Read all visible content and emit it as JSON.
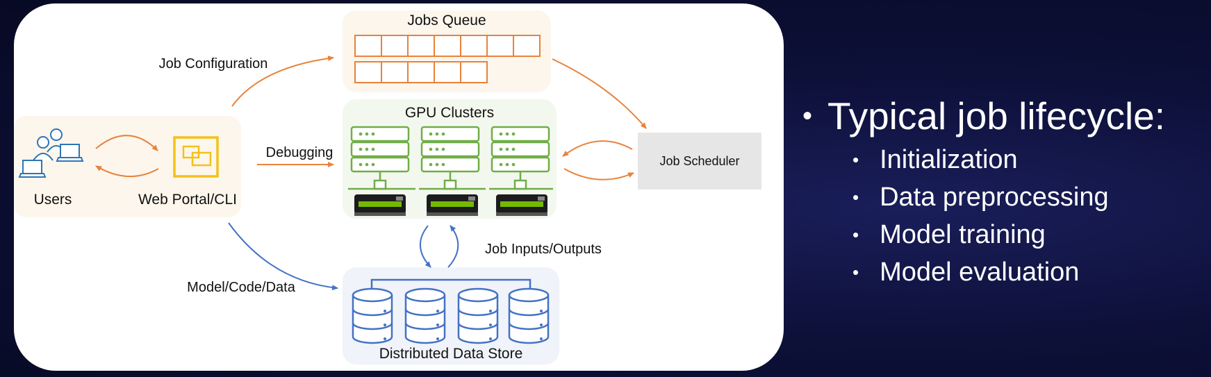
{
  "diagram": {
    "nodes": {
      "jobs_queue": "Jobs Queue",
      "gpu_clusters": "GPU Clusters",
      "users": "Users",
      "web_portal": "Web Portal/CLI",
      "job_scheduler": "Job Scheduler",
      "data_store": "Distributed Data Store"
    },
    "edges": {
      "job_configuration": "Job Configuration",
      "debugging": "Debugging",
      "model_code_data": "Model/Code/Data",
      "job_io": "Job Inputs/Outputs"
    },
    "colors": {
      "orange": "#e8823a",
      "blue": "#4472c4",
      "green": "#70ad47",
      "yellow": "#f2c11a"
    }
  },
  "bullets": {
    "heading": "Typical job lifecycle:",
    "items": [
      "Initialization",
      "Data preprocessing",
      "Model training",
      "Model evaluation"
    ]
  }
}
